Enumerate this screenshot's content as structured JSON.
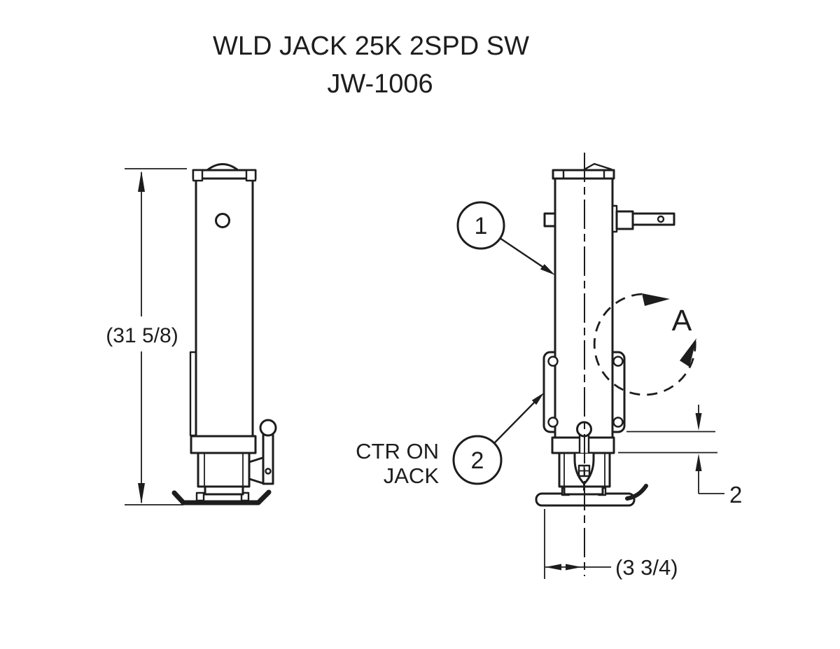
{
  "title": {
    "line1": "WLD JACK 25K 2SPD SW",
    "line2": "JW-1006"
  },
  "dimensions": {
    "overall_height": "(31 5/8)",
    "center_offset": "(3 3/4)",
    "plate_drop": "2"
  },
  "callouts": {
    "tube": "1",
    "mount_plate": "2"
  },
  "labels": {
    "ctr_line1": "CTR ON",
    "ctr_line2": "JACK",
    "swivel_view": "A"
  },
  "colors": {
    "ink": "#1d1d1d",
    "paper": "#ffffff"
  }
}
